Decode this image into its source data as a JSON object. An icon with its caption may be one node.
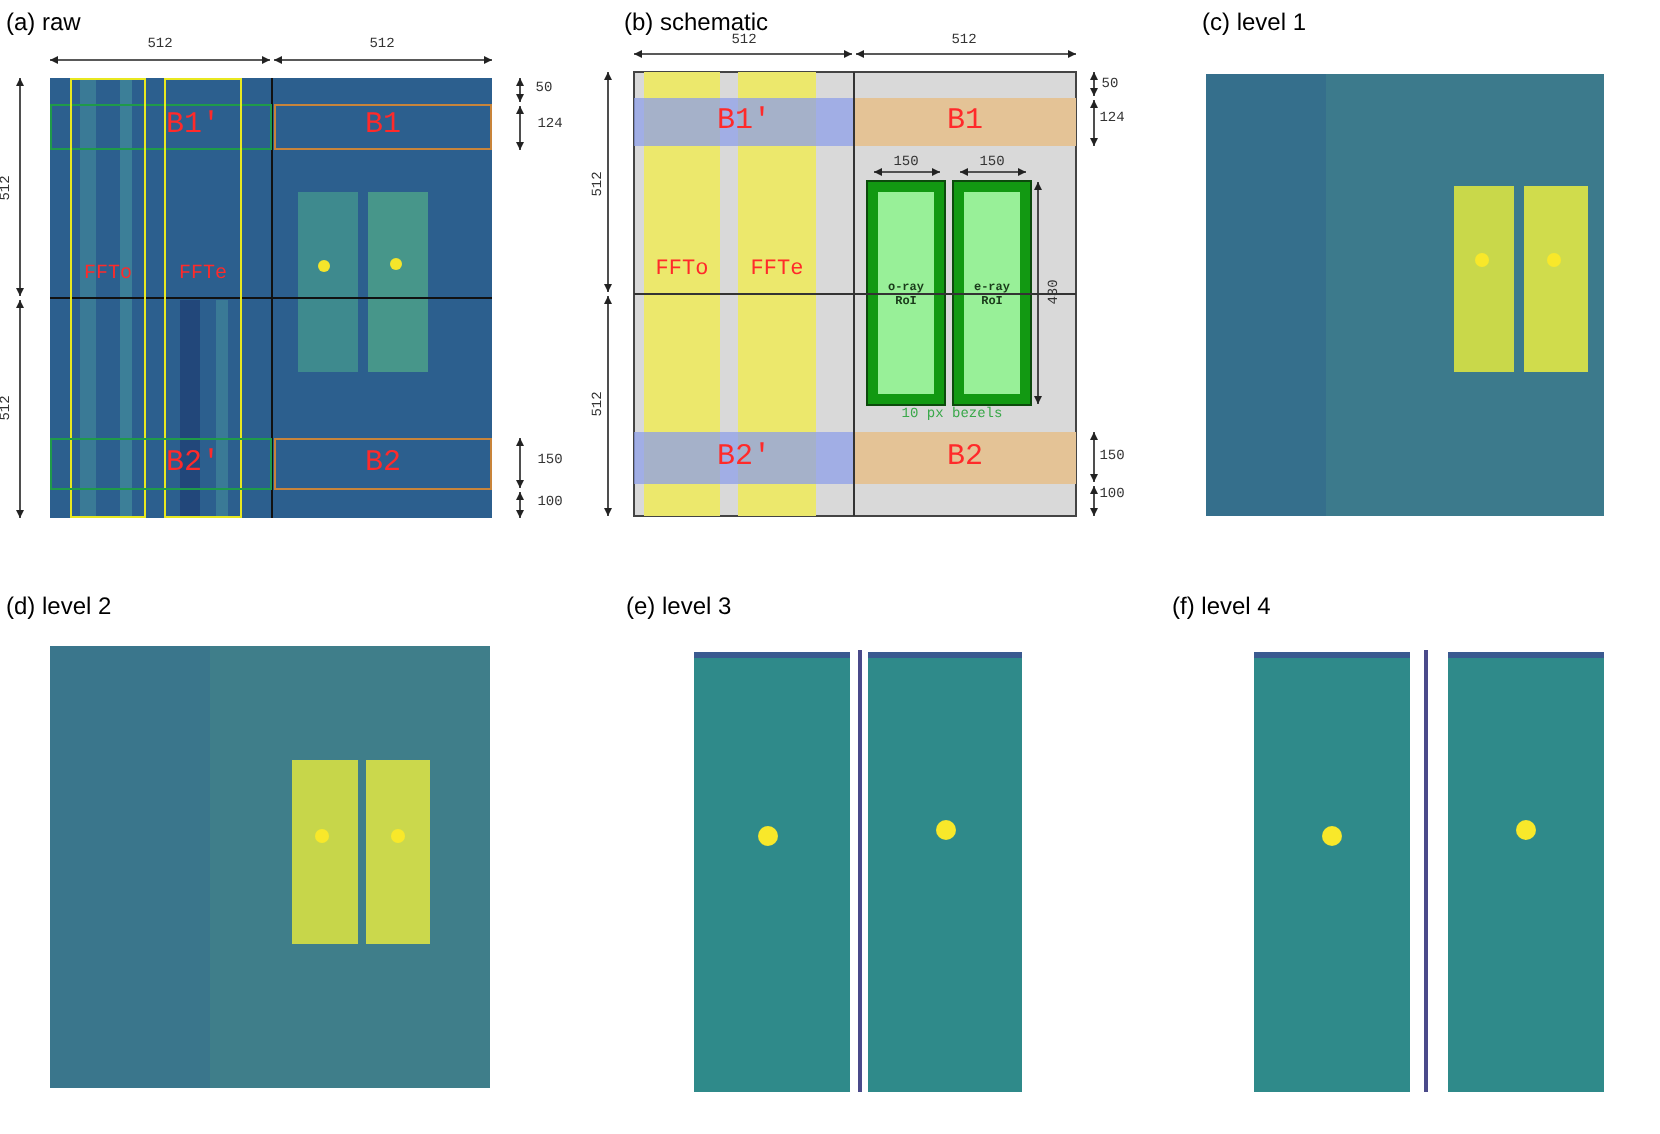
{
  "diagram": {
    "nodes": [
      {
        "text": [
          "B1'"
        ]
      },
      {
        "text": [
          "B1"
        ]
      },
      {
        "text": [
          "FFTo"
        ]
      },
      {
        "text": [
          "FFTe"
        ]
      },
      {
        "text": [
          "B2'"
        ]
      },
      {
        "text": [
          "B2"
        ]
      },
      {
        "text": [
          "B1'"
        ]
      },
      {
        "text": [
          "B1"
        ]
      },
      {
        "text": [
          "FFTo"
        ]
      },
      {
        "text": [
          "FFTe"
        ]
      },
      {
        "text": [
          "o-ray RoI"
        ]
      },
      {
        "text": [
          "e-ray RoI"
        ]
      },
      {
        "text": [
          "B2'"
        ]
      },
      {
        "text": [
          "B2"
        ]
      }
    ],
    "labels": [
      "(a) raw",
      "512",
      "512",
      "512",
      "512",
      "50",
      "124",
      "150",
      "100",
      "(b) schematic",
      "512",
      "512",
      "512",
      "512",
      "50",
      "124",
      "150",
      "150",
      "430",
      "10 px bezels",
      "150",
      "100",
      "(c) level 1",
      "(d) level 2",
      "(e) level 3",
      "(f) level 4"
    ]
  }
}
